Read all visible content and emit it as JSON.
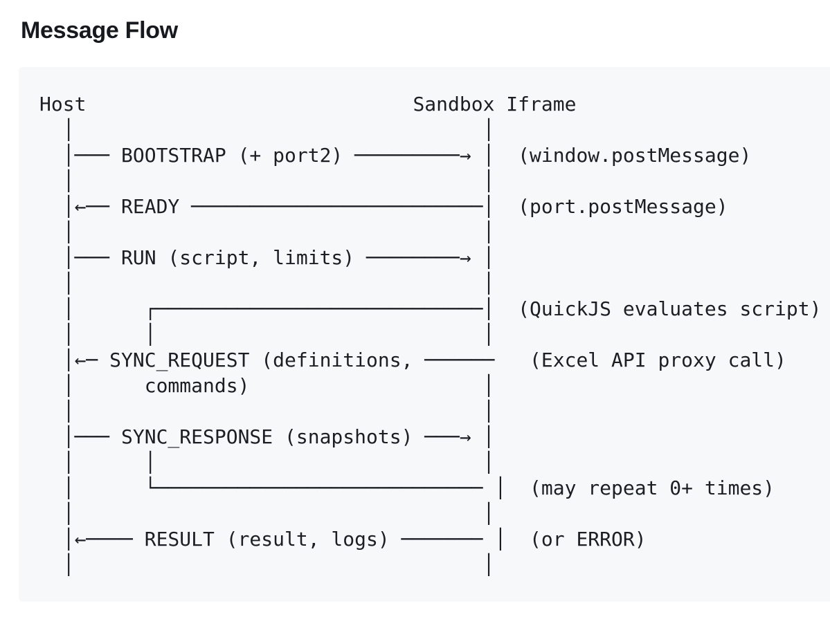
{
  "page": {
    "title": "Message Flow"
  },
  "diagram": {
    "actors": {
      "left": "Host",
      "right": "Sandbox Iframe"
    },
    "messages": [
      {
        "label": "BOOTSTRAP (+ port2)",
        "from": "Host",
        "to": "Sandbox Iframe",
        "annotation": "(window.postMessage)"
      },
      {
        "label": "READY",
        "from": "Sandbox Iframe",
        "to": "Host",
        "annotation": "(port.postMessage)"
      },
      {
        "label": "RUN (script, limits)",
        "from": "Host",
        "to": "Sandbox Iframe",
        "annotation": ""
      },
      {
        "label": "SYNC_REQUEST (definitions, commands)",
        "from": "Sandbox Iframe",
        "to": "Host",
        "annotation": "(Excel API proxy call)",
        "note_above": "(QuickJS evaluates script)"
      },
      {
        "label": "SYNC_RESPONSE (snapshots)",
        "from": "Host",
        "to": "Sandbox Iframe",
        "annotation": "(may repeat 0+ times)"
      },
      {
        "label": "RESULT (result, logs)",
        "from": "Sandbox Iframe",
        "to": "Host",
        "annotation": "(or ERROR)"
      }
    ],
    "lines": [
      "Host                            Sandbox Iframe",
      "  │                                   │",
      "  │─── BOOTSTRAP (+ port2) ─────────→ │  (window.postMessage)",
      "  │                                   │",
      "  │←── READY ─────────────────────────│  (port.postMessage)",
      "  │                                   │",
      "  │─── RUN (script, limits) ────────→ │",
      "  │                                   │",
      "  │      ┌────────────────────────────│  (QuickJS evaluates script)",
      "  │      │                            │",
      "  │←─ SYNC_REQUEST (definitions, ──────   (Excel API proxy call)",
      "  │      commands)                    │",
      "  │                                   │",
      "  │─── SYNC_RESPONSE (snapshots) ───→ │",
      "  │      │                            │",
      "  │      └──────────────────────────── │  (may repeat 0+ times)",
      "  │                                   │",
      "  │←──── RESULT (result, logs) ─────── │  (or ERROR)",
      "  │                                   │"
    ],
    "colors": {
      "block_background": "#f6f8fa",
      "diagram_text": "#1b1f24",
      "title_text": "#16191d",
      "page_background": "#ffffff"
    }
  }
}
